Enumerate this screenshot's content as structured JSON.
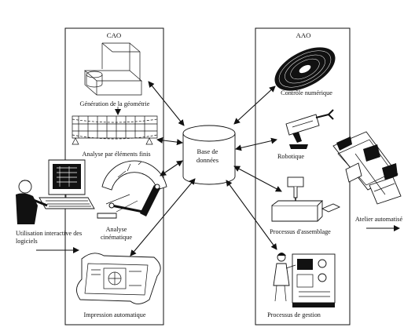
{
  "cao": {
    "title": "CAO",
    "items": {
      "geometry": "Génération de la géométrie",
      "fea": "Analyse par éléments finis",
      "kinematic_1": "Analyse",
      "kinematic_2": "cinématique",
      "interactive_1": "Utilisation interactive des",
      "interactive_2": "logiciels",
      "printing": "Impression automatique"
    }
  },
  "database": {
    "line1": "Base de",
    "line2": "données"
  },
  "aao": {
    "title": "AAO",
    "items": {
      "numeric": "Contrôle numérique",
      "robotics": "Robotique",
      "assembly": "Processus d'assemblage",
      "workshop": "Atelier automatisé",
      "management": "Processus de gestion"
    }
  }
}
